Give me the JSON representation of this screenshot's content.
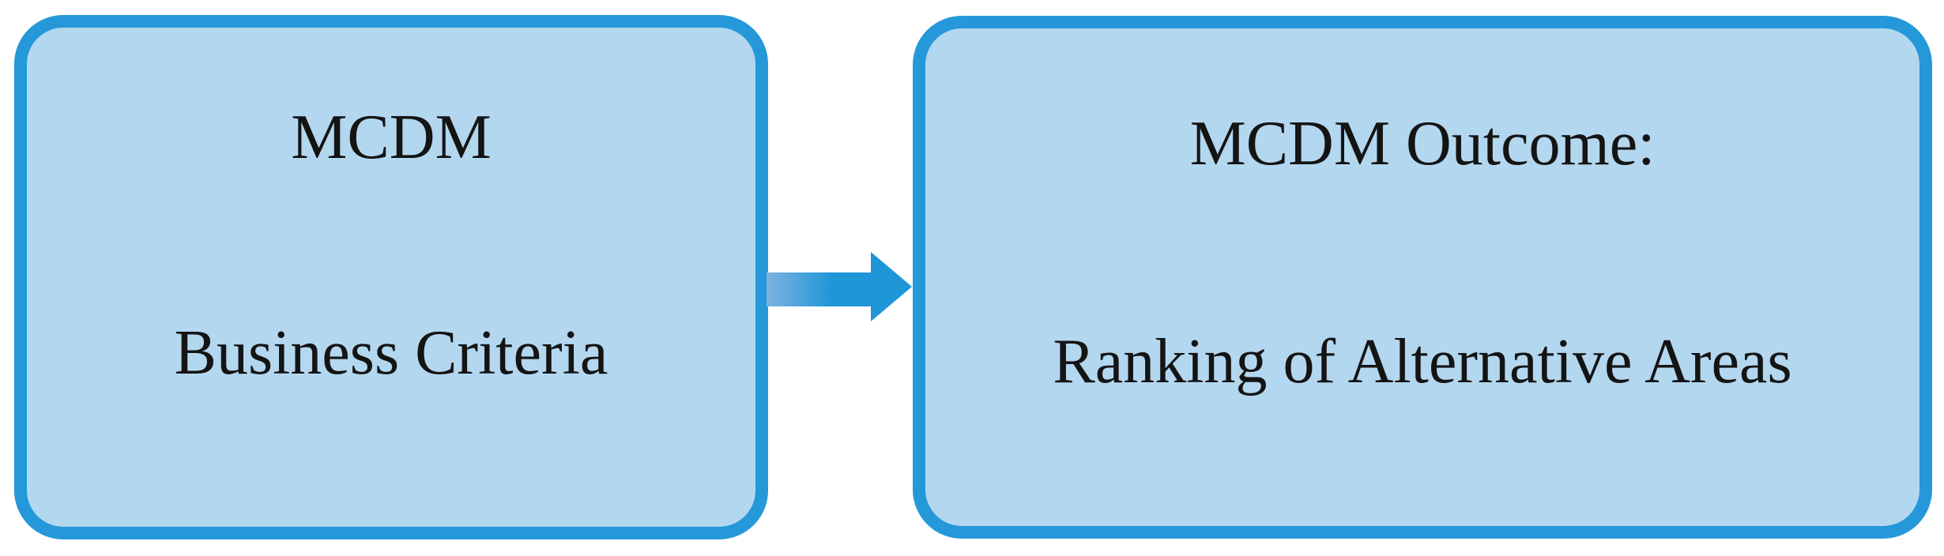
{
  "left_box": {
    "line1": "MCDM",
    "line2": "Business Criteria"
  },
  "right_box": {
    "line1": "MCDM Outcome:",
    "line2": "Ranking of Alternative Areas"
  },
  "arrow": {
    "direction": "right"
  },
  "colors": {
    "background": "#FFFFFF",
    "box_fill": "#B3D7EF",
    "box_border": "#2598D9",
    "arrow_gradient_start": "#7FB3DF",
    "arrow_gradient_end": "#1E96D8",
    "text": "#141414"
  }
}
